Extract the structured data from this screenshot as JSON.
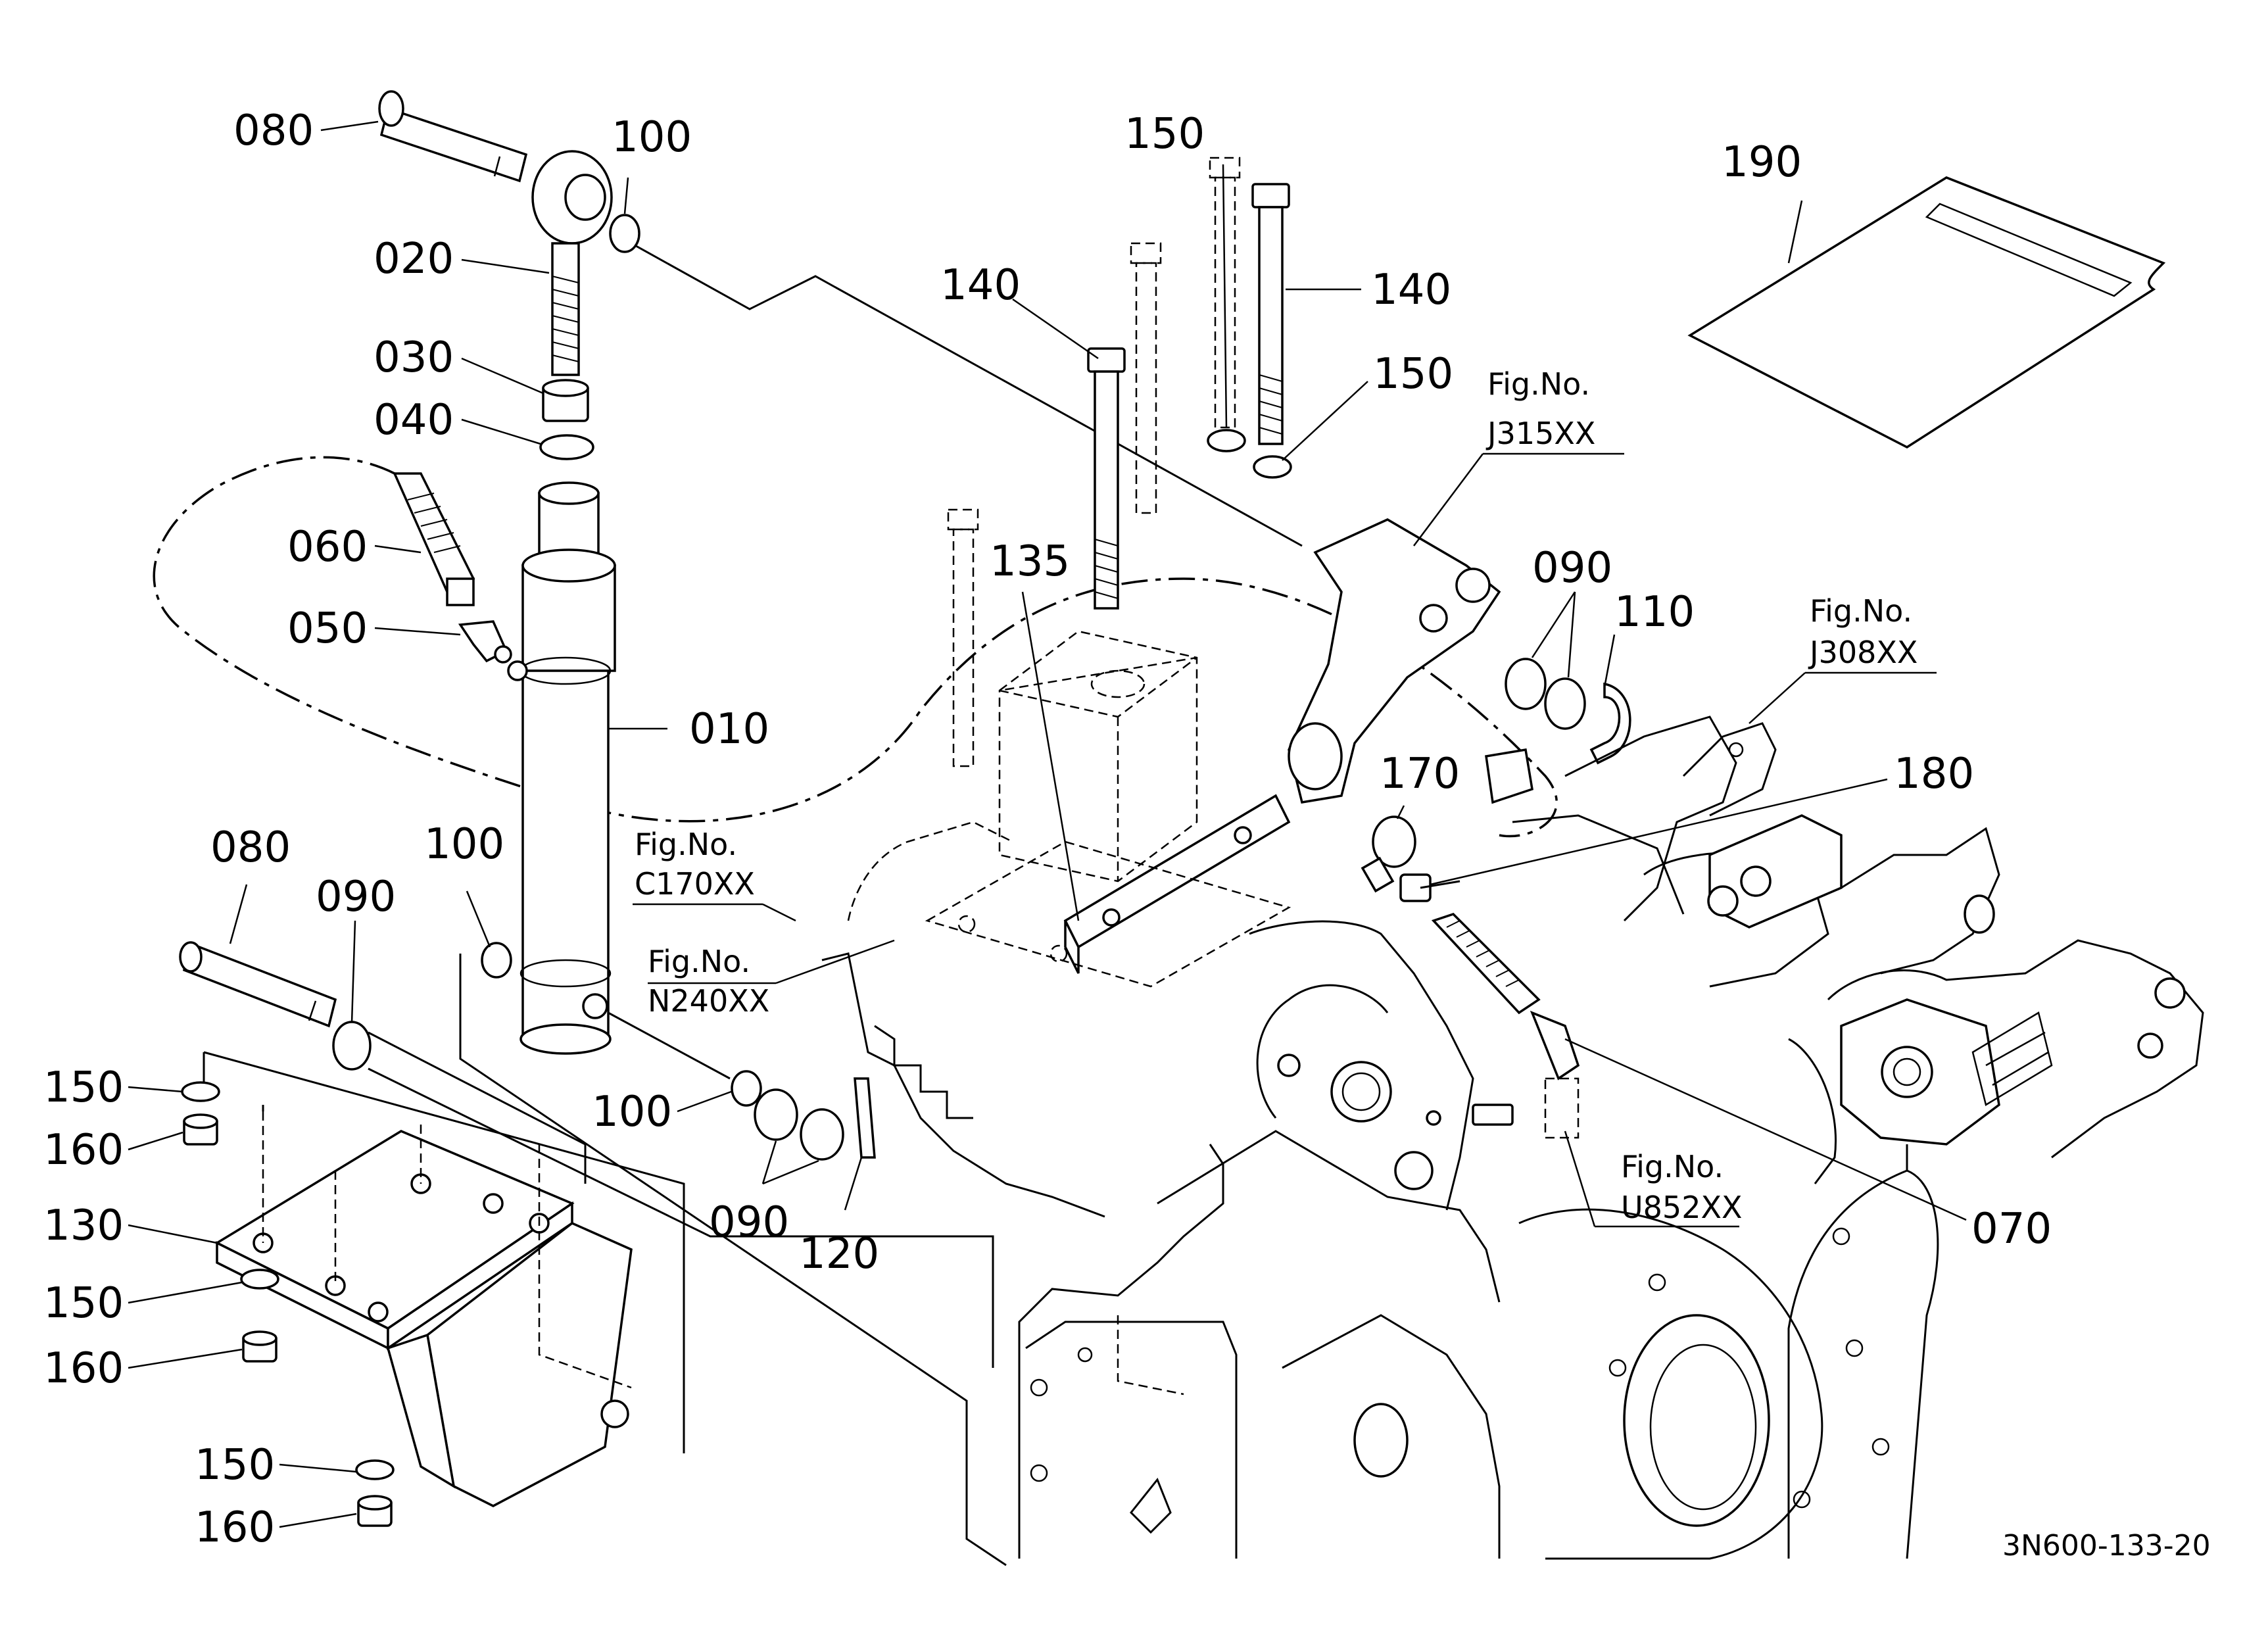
{
  "diagram": {
    "drawing_code": "3N600-133-20",
    "part_labels": {
      "p080_top": "080",
      "p100_top": "100",
      "p020": "020",
      "p030": "030",
      "p040": "040",
      "p060": "060",
      "p050": "050",
      "p010": "010",
      "p080_left": "080",
      "p090_left": "090",
      "p100_mid": "100",
      "p150_a": "150",
      "p160_a": "160",
      "p130": "130",
      "p150_b": "150",
      "p160_b": "160",
      "p150_c": "150",
      "p160_c": "160",
      "p100_low": "100",
      "p090_low": "090",
      "p120": "120",
      "p140_left": "140",
      "p150_top": "150",
      "p140_right": "140",
      "p150_right": "150",
      "p135": "135",
      "p090_right": "090",
      "p110": "110",
      "p170": "170",
      "p180": "180",
      "p190": "190",
      "p070": "070"
    },
    "figure_refs": {
      "j315_title": "Fig.No.",
      "j315_code": "J315XX",
      "j308_title": "Fig.No.",
      "j308_code": "J308XX",
      "c170_title": "Fig.No.",
      "c170_code": "C170XX",
      "n240_title": "Fig.No.",
      "n240_code": "N240XX",
      "u852_title": "Fig.No.",
      "u852_code": "U852XX"
    }
  }
}
